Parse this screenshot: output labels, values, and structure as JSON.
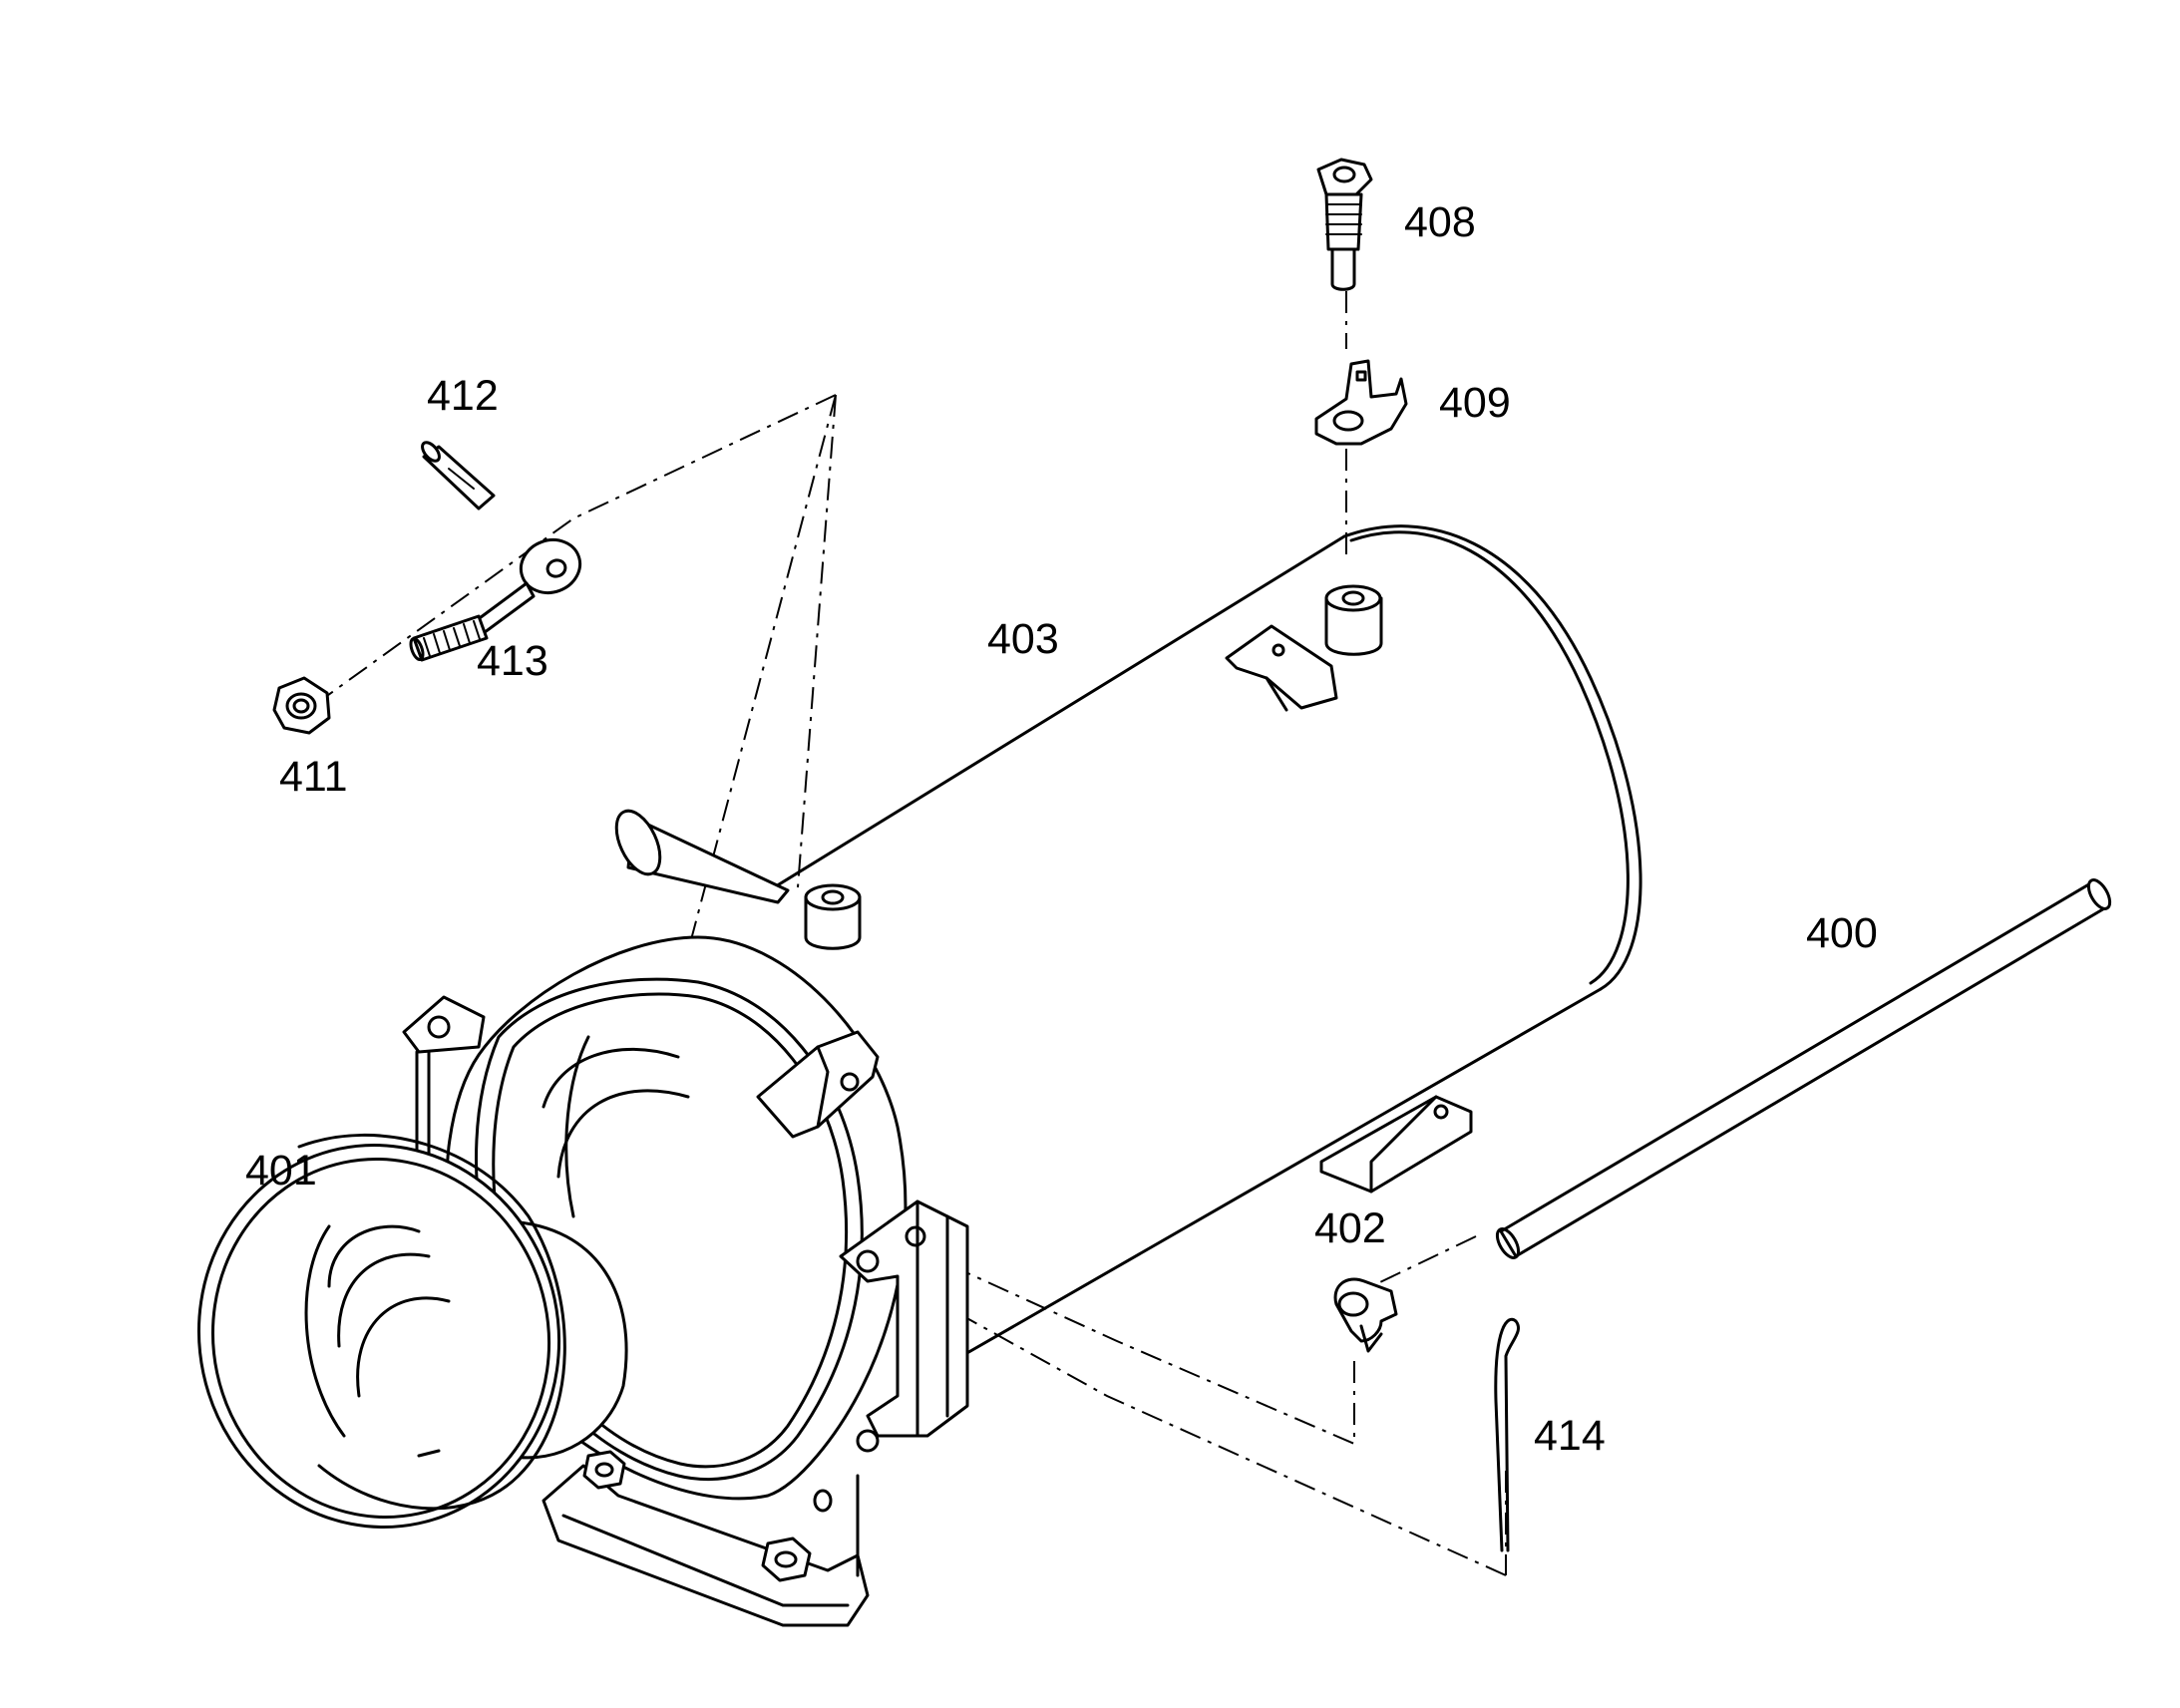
{
  "diagram": {
    "labels": {
      "p400": "400",
      "p401": "401",
      "p402": "402",
      "p403": "403",
      "p408": "408",
      "p409": "409",
      "p411": "411",
      "p412": "412",
      "p413": "413",
      "p414": "414"
    }
  }
}
